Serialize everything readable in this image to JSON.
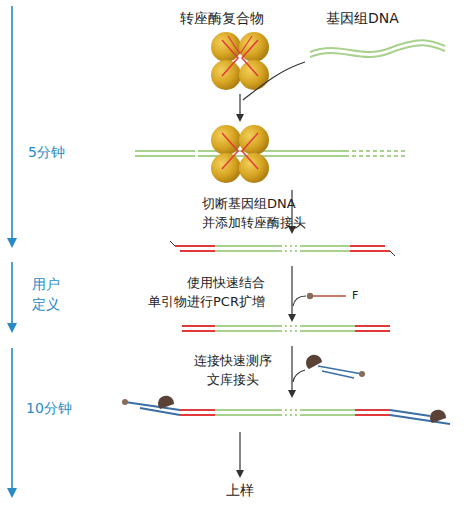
{
  "diagram": {
    "labels": [
      "转座酶复合物",
      "基因组DNA",
      "5分钟",
      "切断基因组DNA 并添加转座酶接头",
      "用户 定义",
      "使用快速结合 单引物进行PCR扩增",
      "F",
      "连接快速测序 文库接头",
      "10分钟",
      "上样"
    ]
  }
}
